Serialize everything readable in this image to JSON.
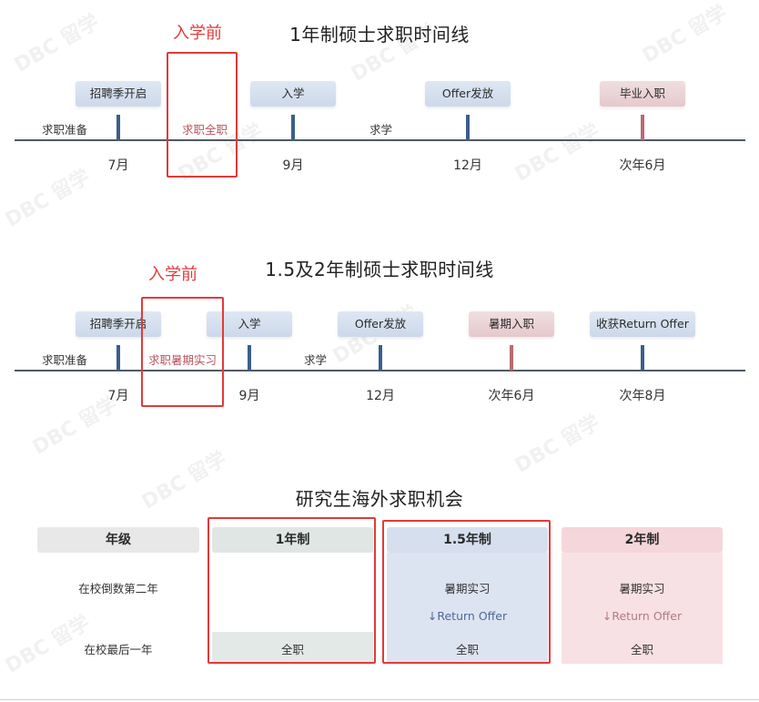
{
  "timeline1": {
    "title": "1年制硕士求职时间线",
    "annotation": "入学前",
    "milestones": [
      "招聘季开启",
      "入学",
      "Offer发放",
      "毕业入职"
    ],
    "phases": [
      "求职准备",
      "求职全职",
      "求学"
    ],
    "months": [
      "7月",
      "9月",
      "12月",
      "次年6月"
    ]
  },
  "timeline2": {
    "title": "1.5及2年制硕士求职时间线",
    "annotation": "入学前",
    "milestones": [
      "招聘季开启",
      "入学",
      "Offer发放",
      "暑期入职",
      "收获Return Offer"
    ],
    "phases": [
      "求职准备",
      "求职暑期实习",
      "求学"
    ],
    "months": [
      "7月",
      "9月",
      "12月",
      "次年6月",
      "次年8月"
    ]
  },
  "table": {
    "title": "研究生海外求职机会",
    "headers": [
      "年级",
      "1年制",
      "1.5年制",
      "2年制"
    ],
    "rows": [
      "在校倒数第二年",
      "在校最后一年"
    ],
    "cells": {
      "one_year_last": "全职",
      "one_half_second": "暑期实习",
      "one_half_return": "↓Return Offer",
      "one_half_last": "全职",
      "two_second": "暑期实习",
      "two_return": "↓Return Offer",
      "two_last": "全职"
    }
  },
  "watermark_text": "DBC 留学",
  "colors": {
    "blue_tick": "#3b5f8c",
    "red_tick": "#b86a70",
    "highlight_red": "#e23a3a",
    "one_year_tint": "#e3e9e6",
    "one_half_tint": "#dde4f1",
    "two_year_tint": "#f8e1e4"
  }
}
